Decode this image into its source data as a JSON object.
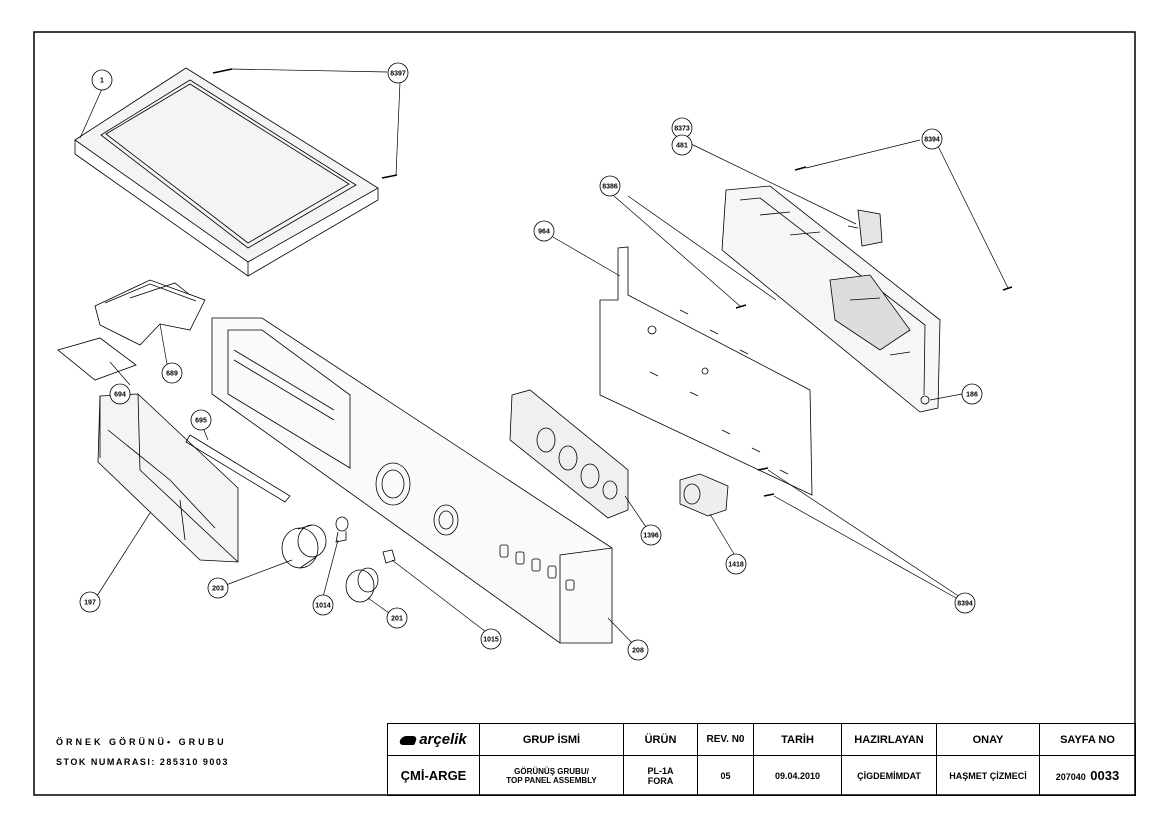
{
  "callouts": [
    {
      "id": "c1",
      "text": "1"
    },
    {
      "id": "c8397",
      "text": "8397"
    },
    {
      "id": "c8373",
      "text": "8373"
    },
    {
      "id": "c481",
      "text": "481"
    },
    {
      "id": "c8394a",
      "text": "8394"
    },
    {
      "id": "c8386",
      "text": "8386"
    },
    {
      "id": "c964",
      "text": "964"
    },
    {
      "id": "c186",
      "text": "186"
    },
    {
      "id": "c689",
      "text": "689"
    },
    {
      "id": "c694",
      "text": "694"
    },
    {
      "id": "c695",
      "text": "695"
    },
    {
      "id": "c197",
      "text": "197"
    },
    {
      "id": "c203",
      "text": "203"
    },
    {
      "id": "c1014",
      "text": "1014"
    },
    {
      "id": "c201",
      "text": "201"
    },
    {
      "id": "c1015",
      "text": "1015"
    },
    {
      "id": "c208",
      "text": "208"
    },
    {
      "id": "c1396",
      "text": "1396"
    },
    {
      "id": "c1418",
      "text": "1418"
    },
    {
      "id": "c8394b",
      "text": "8394"
    }
  ],
  "caption": {
    "line1": "ÖRNEK GÖRÜNÜ• GRUBU",
    "line2": "STOK NUMARASI: 285310 9003"
  },
  "title_block": {
    "logo": "arçelik",
    "headers": {
      "group_name": "GRUP İSMİ",
      "product": "ÜRÜN",
      "rev_no": "REV. N0",
      "date": "TARİH",
      "prepared_by": "HAZIRLAYAN",
      "approval": "ONAY",
      "page_no": "SAYFA NO"
    },
    "values": {
      "department": "ÇMİ-ARGE",
      "group_name_line1": "GÖRÜNÜŞ GRUBU/",
      "group_name_line2": "TOP PANEL ASSEMBLY",
      "product_line1": "PL-1A",
      "product_line2": "FORA",
      "rev_no": "05",
      "date": "09.04.2010",
      "prepared_by": "ÇİGDEMİMDAT",
      "approval": "HAŞMET ÇİZMECİ",
      "page_prefix": "207040",
      "page_suffix": "0033"
    }
  }
}
